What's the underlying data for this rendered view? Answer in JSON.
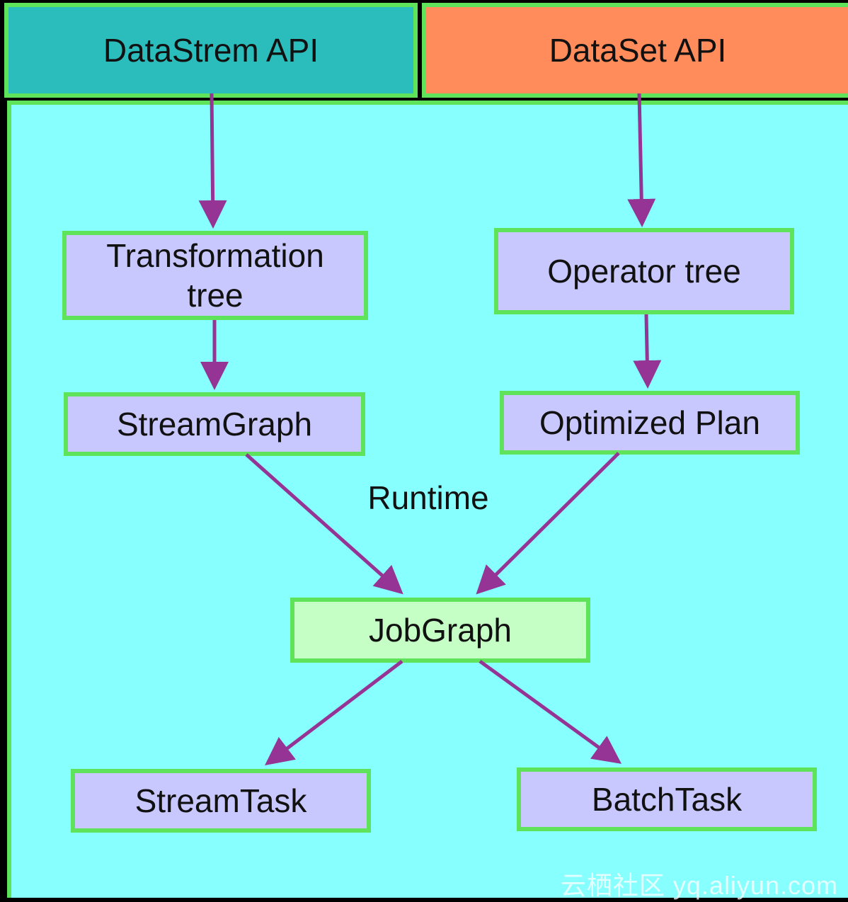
{
  "colors": {
    "background": "#000000",
    "panel": "#88ffff",
    "border": "#5ee35a",
    "datastream_api": "#2bbcbc",
    "dataset_api": "#ff8c5a",
    "node": "#c8c8ff",
    "jobgraph": "#c6ffc6",
    "arrow": "#963496"
  },
  "apis": {
    "datastream": "DataStrem API",
    "dataset": "DataSet API"
  },
  "nodes": {
    "transformation_tree": [
      "Transformation",
      "tree"
    ],
    "operator_tree": "Operator tree",
    "stream_graph": "StreamGraph",
    "optimized_plan": "Optimized Plan",
    "job_graph": "JobGraph",
    "stream_task": "StreamTask",
    "batch_task": "BatchTask"
  },
  "runtime_label": "Runtime",
  "watermark": "云栖社区 yq.aliyun.com"
}
